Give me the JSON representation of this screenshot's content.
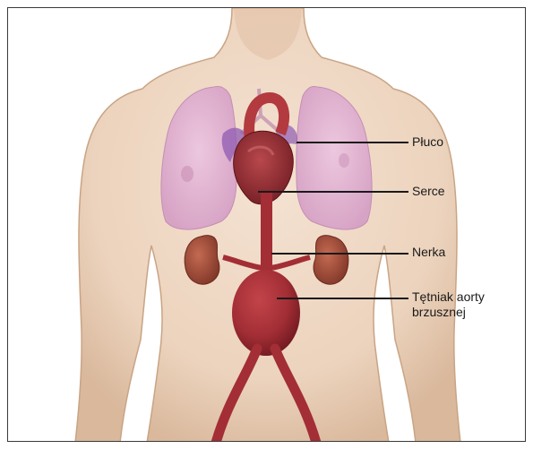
{
  "colors": {
    "skin": "#ecd3bd",
    "skin_shadow": "#d8b89b",
    "lung": "#e6bcd6",
    "lung_shadow": "#c98fb6",
    "vessel": "#a32e35",
    "vessel_dark": "#7d1c24",
    "heart": "#8e2a30",
    "kidney": "#9a4a3a",
    "leader_line": "#1a1a1a"
  },
  "labels": {
    "lung": "Płuco",
    "heart": "Serce",
    "kidney": "Nerka",
    "aneurysm": "Tętniak aorty\nbrzusznej"
  }
}
